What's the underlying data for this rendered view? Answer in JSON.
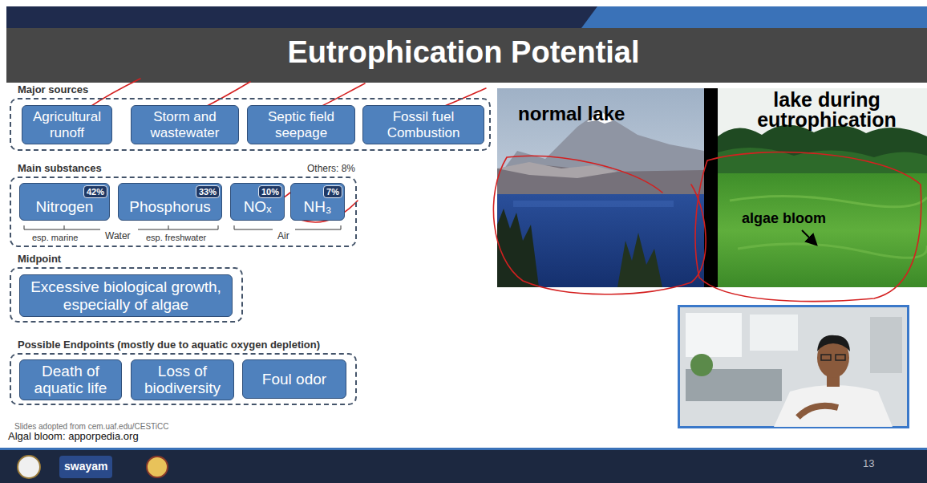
{
  "diagram": {
    "title": "Eutrophication Potential",
    "nodes": [
      {
        "text": [
          "Major sources"
        ]
      },
      {
        "text": [
          "Agricultural runoff"
        ],
        "in": 0
      },
      {
        "text": [
          "Storm and wastewater"
        ],
        "in": 0
      },
      {
        "text": [
          "Septic field seepage"
        ],
        "in": 0
      },
      {
        "text": [
          "Fossil fuel Combustion"
        ],
        "in": 0
      },
      {
        "text": [
          "Main substances"
        ]
      },
      {
        "text": [
          "Nitrogen",
          "42%"
        ],
        "in": 5
      },
      {
        "text": [
          "Phosphorus",
          "33%"
        ],
        "in": 5
      },
      {
        "text": [
          "NOₓ",
          "10%"
        ],
        "in": 5
      },
      {
        "text": [
          "NH₃",
          "7%"
        ],
        "in": 5
      },
      {
        "text": [
          "Midpoint"
        ]
      },
      {
        "text": [
          "Excessive biological growth, especially of algae"
        ],
        "in": 10
      },
      {
        "text": [
          "Possible Endpoints (mostly due to aquatic oxygen depletion)"
        ]
      },
      {
        "text": [
          "Death of aquatic life"
        ],
        "in": 12
      },
      {
        "text": [
          "Loss of biodiversity"
        ],
        "in": 12
      },
      {
        "text": [
          "Foul odor"
        ],
        "in": 12
      }
    ],
    "labels": [
      "Others: 8%",
      "esp. marine",
      "Water",
      "esp. freshwater",
      "Air",
      "Slides adopted from cem.uaf.edu/CESTiCC",
      "Algal bloom: apporpedia.org",
      "normal lake",
      "lake during eutrophication",
      "algae bloom",
      "swayam",
      "13"
    ]
  }
}
